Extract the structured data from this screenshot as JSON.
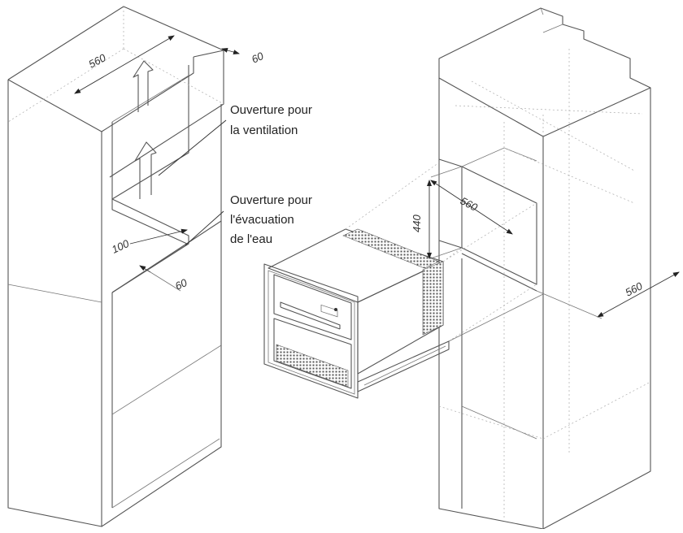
{
  "labels": {
    "ventilation": [
      "Ouverture pour",
      "la ventilation"
    ],
    "evacuation": [
      "Ouverture pour",
      "l'évacuation",
      "de l'eau"
    ]
  },
  "dimensions": {
    "left_width": "560",
    "left_top_gap": "60",
    "left_depth": "100",
    "left_bottom_gap": "60",
    "right_height": "440",
    "right_niche_width": "560",
    "right_depth": "560"
  }
}
